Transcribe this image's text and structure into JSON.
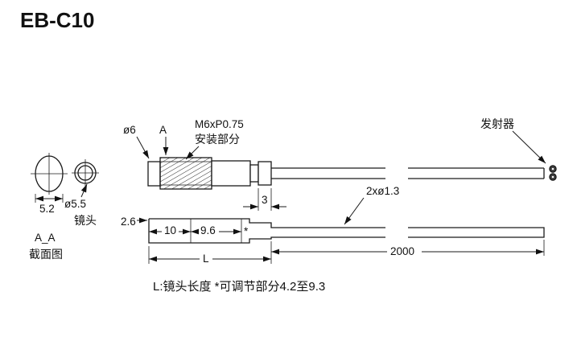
{
  "title": "EB-C10",
  "section_view": {
    "dim_width": "5.2",
    "lens_dia": "ø5.5",
    "lens_label": "镜头",
    "name": "A_A",
    "caption": "截面图"
  },
  "main_view": {
    "tip_dia": "ø6",
    "section_mark": "A",
    "thread_spec": "M6xP0.75",
    "mount_label": "安装部分",
    "emitter_label": "发射器",
    "cable_spec": "2xø1.3"
  },
  "dimensions": {
    "tip": "2.6",
    "seg1": "10",
    "seg2": "9.6",
    "star": "*",
    "collar": "3",
    "length": "L",
    "cable_length": "2000"
  },
  "note": "L:镜头长度 *可调节部分4.2至9.3"
}
